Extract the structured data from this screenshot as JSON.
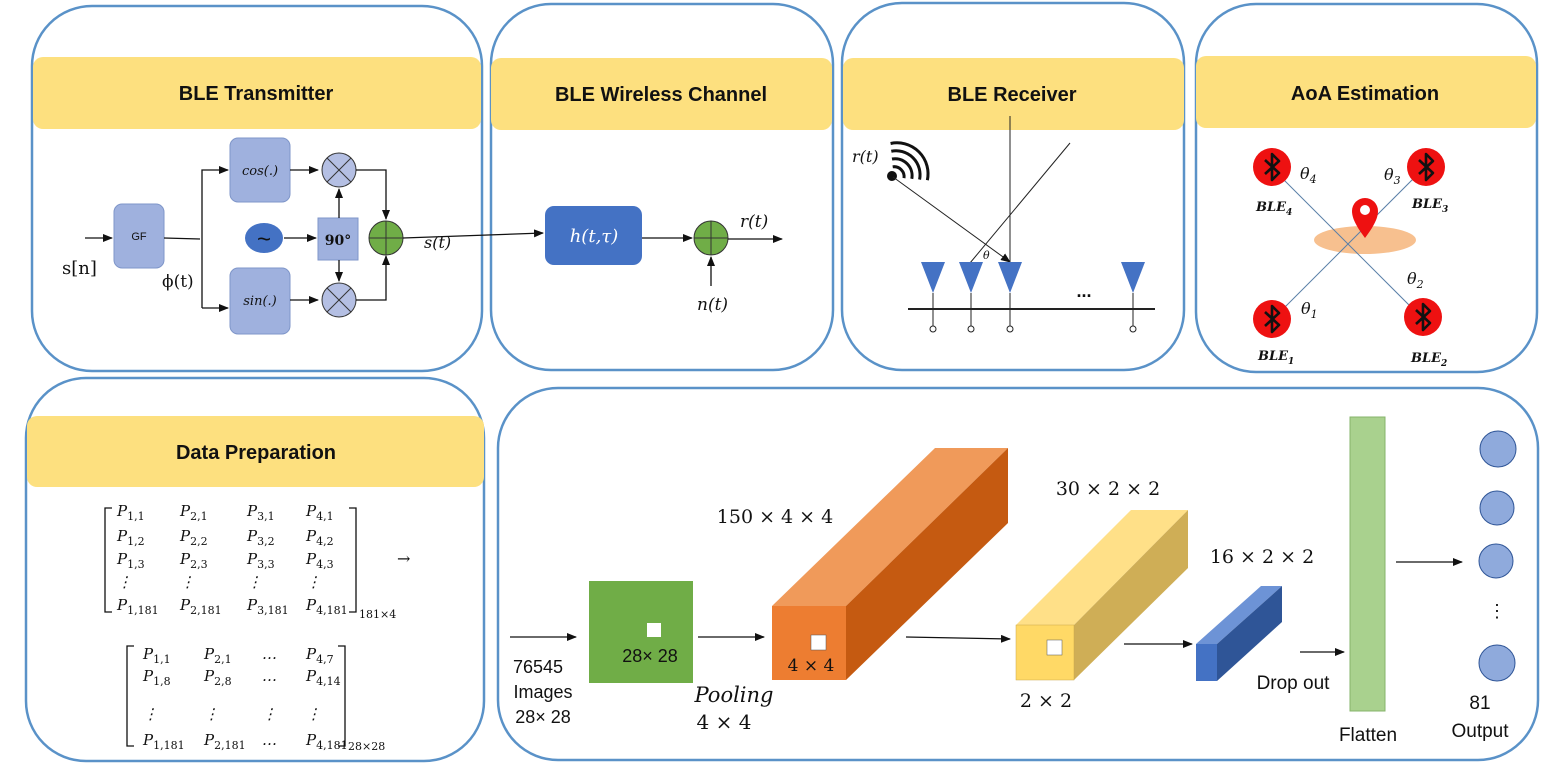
{
  "colors": {
    "panel_border": "#5a92c8",
    "banner": "#fde07f",
    "block_lavender": "#9fb1de",
    "block_blue": "#4472c4",
    "adder_green": "#70ad47",
    "antenna_blue": "#4472c4",
    "bt_red": "#ee1111",
    "conv_green": "#70ad47",
    "orange": "#ed7d31",
    "yellow": "#ffd966",
    "flatten_green": "#a9d18e",
    "output_node": "#8faadc"
  },
  "transmitter": {
    "title": "BLE Transmitter",
    "input": "s[n]",
    "gf": "GF",
    "phi": "ϕ(t)",
    "cos": "cos(.)",
    "sin": "sin(.)",
    "osc_symbol": "~",
    "phase_shift": "90°",
    "output": "s(t)"
  },
  "channel": {
    "title": "BLE Wireless Channel",
    "block": "h(t,τ)",
    "output": "r(t)",
    "noise": "n(t)"
  },
  "receiver": {
    "title": "BLE Receiver",
    "signal": "r(t)",
    "angle": "θ",
    "ellipsis": "..."
  },
  "aoa": {
    "title": "AoA Estimation",
    "beacons": [
      {
        "label": "BLE",
        "sub": "4",
        "angle": "θ",
        "angle_sub": "4"
      },
      {
        "label": "BLE",
        "sub": "3",
        "angle": "θ",
        "angle_sub": "3"
      },
      {
        "label": "BLE",
        "sub": "1",
        "angle": "θ",
        "angle_sub": "1"
      },
      {
        "label": "BLE",
        "sub": "2",
        "angle": "θ",
        "angle_sub": "2"
      }
    ],
    "icons": [
      "bluetooth-icon",
      "location-pin-icon"
    ]
  },
  "data_prep": {
    "title": "Data Preparation",
    "matrix1": [
      [
        "P",
        "1,1",
        "P",
        "2,1",
        "P",
        "3,1",
        "P",
        "4,1"
      ],
      [
        "P",
        "1,2",
        "P",
        "2,2",
        "P",
        "3,2",
        "P",
        "4,2"
      ],
      [
        "P",
        "1,3",
        "P",
        "2,3",
        "P",
        "3,3",
        "P",
        "4,3"
      ],
      [
        "⋮",
        "",
        "⋮",
        "",
        "⋮",
        "",
        "⋮",
        ""
      ],
      [
        "P",
        "1,181",
        "P",
        "2,181",
        "P",
        "3,181",
        "P",
        "4,181"
      ]
    ],
    "matrix1_size": "181×4",
    "arrow": "→",
    "matrix2": [
      [
        "P",
        "1,1",
        "P",
        "2,1",
        "…",
        "",
        "P",
        "4,7"
      ],
      [
        "P",
        "1,8",
        "P",
        "2,8",
        "…",
        "",
        "P",
        "4,14"
      ],
      [
        "⋮",
        "",
        "⋮",
        "",
        "⋮",
        "",
        "⋮",
        ""
      ],
      [
        "P",
        "1,181",
        "P",
        "2,181",
        "…",
        "",
        "P",
        "4,181"
      ]
    ],
    "matrix2_size": "28×28"
  },
  "cnn": {
    "input_count": "76545",
    "input_word": "Images",
    "input_size": "28× 28",
    "conv_label": "28× 28",
    "pooling_word": "Pooling",
    "pooling_size": "4 × 4",
    "block1_dims": "150 × 4 × 4",
    "block1_inner": "4 × 4",
    "block2_dims": "30 × 2 × 2",
    "block2_inner": "2 × 2",
    "block3_dims": "16 × 2 × 2",
    "dropout": "Drop out",
    "flatten": "Flatten",
    "output_vdots": "⋮",
    "output_count": "81",
    "output_word": "Output"
  }
}
